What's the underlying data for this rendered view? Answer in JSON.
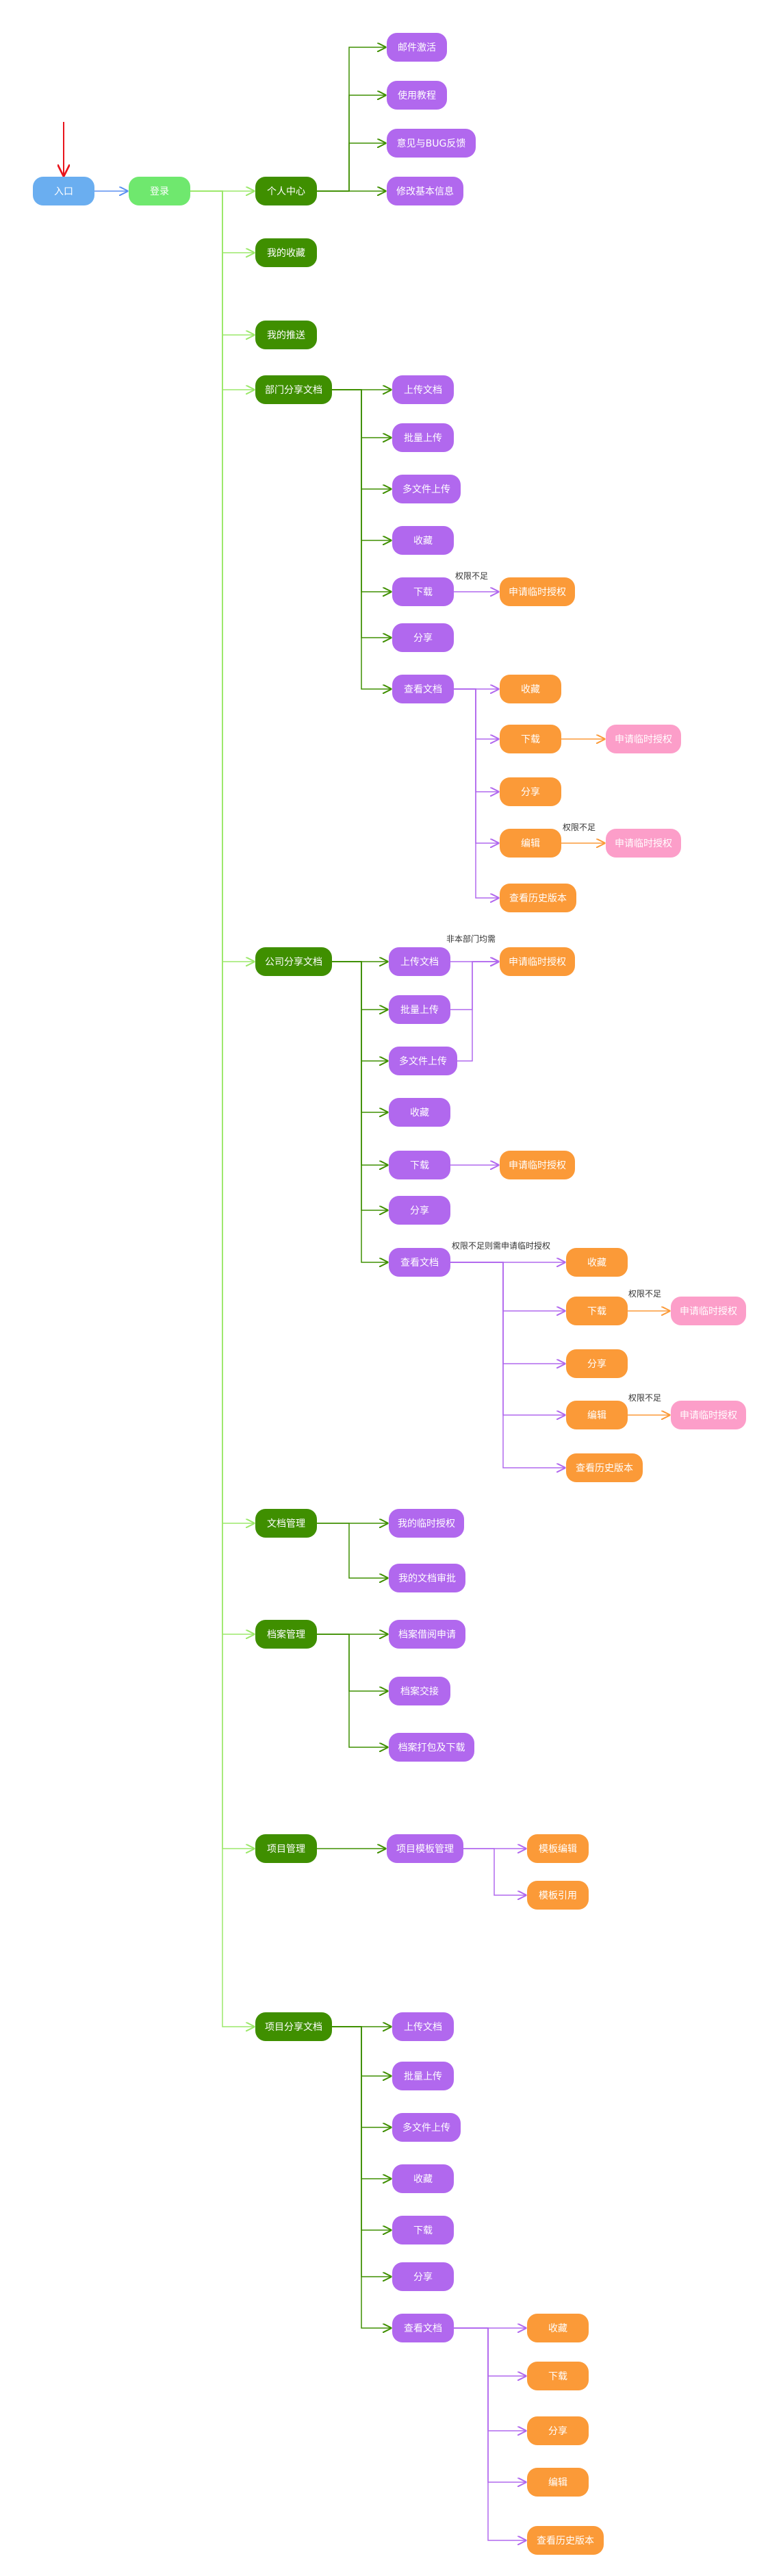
{
  "colors": {
    "entry": "#6aaef0",
    "login": "#6fe86e",
    "main": "#3f8f00",
    "sub": "#b168ee",
    "action": "#fb9a38",
    "perm": "#fc9ec9",
    "start_arrow": "#e8141c",
    "link_blue": "#5a8ff0",
    "link_lime": "#9be86a",
    "link_green": "#3f8f00",
    "link_purple": "#b168ee",
    "link_orange": "#fb9a38"
  },
  "nodes": {
    "entry": "入口",
    "login": "登录",
    "personal": "个人中心",
    "p1": "邮件激活",
    "p2": "使用教程",
    "p3": "意见与BUG反馈",
    "p4": "修改基本信息",
    "fav": "我的收藏",
    "push": "我的推送",
    "dept": "部门分享文档",
    "d1": "上传文档",
    "d2": "批量上传",
    "d3": "多文件上传",
    "d4": "收藏",
    "d5": "下载",
    "d6": "分享",
    "d7": "查看文档",
    "d5a": "申请临时授权",
    "dv1": "收藏",
    "dv2": "下载",
    "dv3": "分享",
    "dv4": "编辑",
    "dv5": "查看历史版本",
    "dv2a": "申请临时授权",
    "dv4a": "申请临时授权",
    "comp": "公司分享文档",
    "c1": "上传文档",
    "c2": "批量上传",
    "c3": "多文件上传",
    "c4": "收藏",
    "c5": "下载",
    "c6": "分享",
    "c7": "查看文档",
    "c1a": "申请临时授权",
    "c5a": "申请临时授权",
    "cv1": "收藏",
    "cv2": "下载",
    "cv3": "分享",
    "cv4": "编辑",
    "cv5": "查看历史版本",
    "cv2a": "申请临时授权",
    "cv4a": "申请临时授权",
    "docmgr": "文档管理",
    "dm1": "我的临时授权",
    "dm2": "我的文档审批",
    "arch": "档案管理",
    "a1": "档案借阅申请",
    "a2": "档案交接",
    "a3": "档案打包及下载",
    "proj": "项目管理",
    "pm1": "项目模板管理",
    "pm1a": "模板编辑",
    "pm1b": "模板引用",
    "pshare": "项目分享文档",
    "ps1": "上传文档",
    "ps2": "批量上传",
    "ps3": "多文件上传",
    "ps4": "收藏",
    "ps5": "下载",
    "ps6": "分享",
    "ps7": "查看文档",
    "pv1": "收藏",
    "pv2": "下载",
    "pv3": "分享",
    "pv4": "编辑",
    "pv5": "查看历史版本"
  },
  "notes": {
    "d5_perm": "权限不足",
    "dv4_perm": "权限不足",
    "c1_dept": "非本部门均需",
    "c7_perm": "权限不足则需申请临时授权",
    "cv2_perm": "权限不足",
    "cv4_perm": "权限不足"
  },
  "edges": [
    {
      "from": "start",
      "to": "entry",
      "color": "start_arrow"
    },
    {
      "from": "entry",
      "to": "login",
      "color": "link_blue"
    },
    {
      "from": "login",
      "to": "personal",
      "color": "link_lime"
    },
    {
      "from": "login",
      "to": "fav",
      "color": "link_lime"
    },
    {
      "from": "login",
      "to": "push",
      "color": "link_lime"
    },
    {
      "from": "login",
      "to": "dept",
      "color": "link_lime"
    },
    {
      "from": "login",
      "to": "comp",
      "color": "link_lime"
    },
    {
      "from": "login",
      "to": "docmgr",
      "color": "link_lime"
    },
    {
      "from": "login",
      "to": "arch",
      "color": "link_lime"
    },
    {
      "from": "login",
      "to": "proj",
      "color": "link_lime"
    },
    {
      "from": "login",
      "to": "pshare",
      "color": "link_lime"
    },
    {
      "from": "personal",
      "to": "p1",
      "color": "link_green"
    },
    {
      "from": "personal",
      "to": "p2",
      "color": "link_green"
    },
    {
      "from": "personal",
      "to": "p3",
      "color": "link_green"
    },
    {
      "from": "personal",
      "to": "p4",
      "color": "link_green"
    },
    {
      "from": "dept",
      "to": "d1",
      "color": "link_green"
    },
    {
      "from": "dept",
      "to": "d2",
      "color": "link_green"
    },
    {
      "from": "dept",
      "to": "d3",
      "color": "link_green"
    },
    {
      "from": "dept",
      "to": "d4",
      "color": "link_green"
    },
    {
      "from": "dept",
      "to": "d5",
      "color": "link_green"
    },
    {
      "from": "dept",
      "to": "d6",
      "color": "link_green"
    },
    {
      "from": "dept",
      "to": "d7",
      "color": "link_green"
    },
    {
      "from": "d5",
      "to": "d5a",
      "color": "link_purple"
    },
    {
      "from": "d7",
      "to": "dv1",
      "color": "link_purple"
    },
    {
      "from": "d7",
      "to": "dv2",
      "color": "link_purple"
    },
    {
      "from": "d7",
      "to": "dv3",
      "color": "link_purple"
    },
    {
      "from": "d7",
      "to": "dv4",
      "color": "link_purple"
    },
    {
      "from": "d7",
      "to": "dv5",
      "color": "link_purple"
    },
    {
      "from": "dv2",
      "to": "dv2a",
      "color": "link_orange"
    },
    {
      "from": "dv4",
      "to": "dv4a",
      "color": "link_orange"
    },
    {
      "from": "comp",
      "to": "c1",
      "color": "link_green"
    },
    {
      "from": "comp",
      "to": "c2",
      "color": "link_green"
    },
    {
      "from": "comp",
      "to": "c3",
      "color": "link_green"
    },
    {
      "from": "comp",
      "to": "c4",
      "color": "link_green"
    },
    {
      "from": "comp",
      "to": "c5",
      "color": "link_green"
    },
    {
      "from": "comp",
      "to": "c6",
      "color": "link_green"
    },
    {
      "from": "comp",
      "to": "c7",
      "color": "link_green"
    },
    {
      "from": "c1",
      "to": "c1a",
      "color": "link_purple"
    },
    {
      "from": "c2",
      "to": "c1a",
      "color": "link_purple"
    },
    {
      "from": "c3",
      "to": "c1a",
      "color": "link_purple"
    },
    {
      "from": "c5",
      "to": "c5a",
      "color": "link_purple"
    },
    {
      "from": "c7",
      "to": "cv1",
      "color": "link_purple"
    },
    {
      "from": "c7",
      "to": "cv2",
      "color": "link_purple"
    },
    {
      "from": "c7",
      "to": "cv3",
      "color": "link_purple"
    },
    {
      "from": "c7",
      "to": "cv4",
      "color": "link_purple"
    },
    {
      "from": "c7",
      "to": "cv5",
      "color": "link_purple"
    },
    {
      "from": "cv2",
      "to": "cv2a",
      "color": "link_orange"
    },
    {
      "from": "cv4",
      "to": "cv4a",
      "color": "link_orange"
    },
    {
      "from": "docmgr",
      "to": "dm1",
      "color": "link_green"
    },
    {
      "from": "docmgr",
      "to": "dm2",
      "color": "link_green"
    },
    {
      "from": "arch",
      "to": "a1",
      "color": "link_green"
    },
    {
      "from": "arch",
      "to": "a2",
      "color": "link_green"
    },
    {
      "from": "arch",
      "to": "a3",
      "color": "link_green"
    },
    {
      "from": "proj",
      "to": "pm1",
      "color": "link_green"
    },
    {
      "from": "pm1",
      "to": "pm1a",
      "color": "link_purple"
    },
    {
      "from": "pm1",
      "to": "pm1b",
      "color": "link_purple"
    },
    {
      "from": "pshare",
      "to": "ps1",
      "color": "link_green"
    },
    {
      "from": "pshare",
      "to": "ps2",
      "color": "link_green"
    },
    {
      "from": "pshare",
      "to": "ps3",
      "color": "link_green"
    },
    {
      "from": "pshare",
      "to": "ps4",
      "color": "link_green"
    },
    {
      "from": "pshare",
      "to": "ps5",
      "color": "link_green"
    },
    {
      "from": "pshare",
      "to": "ps6",
      "color": "link_green"
    },
    {
      "from": "pshare",
      "to": "ps7",
      "color": "link_green"
    },
    {
      "from": "ps7",
      "to": "pv1",
      "color": "link_purple"
    },
    {
      "from": "ps7",
      "to": "pv2",
      "color": "link_purple"
    },
    {
      "from": "ps7",
      "to": "pv3",
      "color": "link_purple"
    },
    {
      "from": "ps7",
      "to": "pv4",
      "color": "link_purple"
    },
    {
      "from": "ps7",
      "to": "pv5",
      "color": "link_purple"
    }
  ]
}
